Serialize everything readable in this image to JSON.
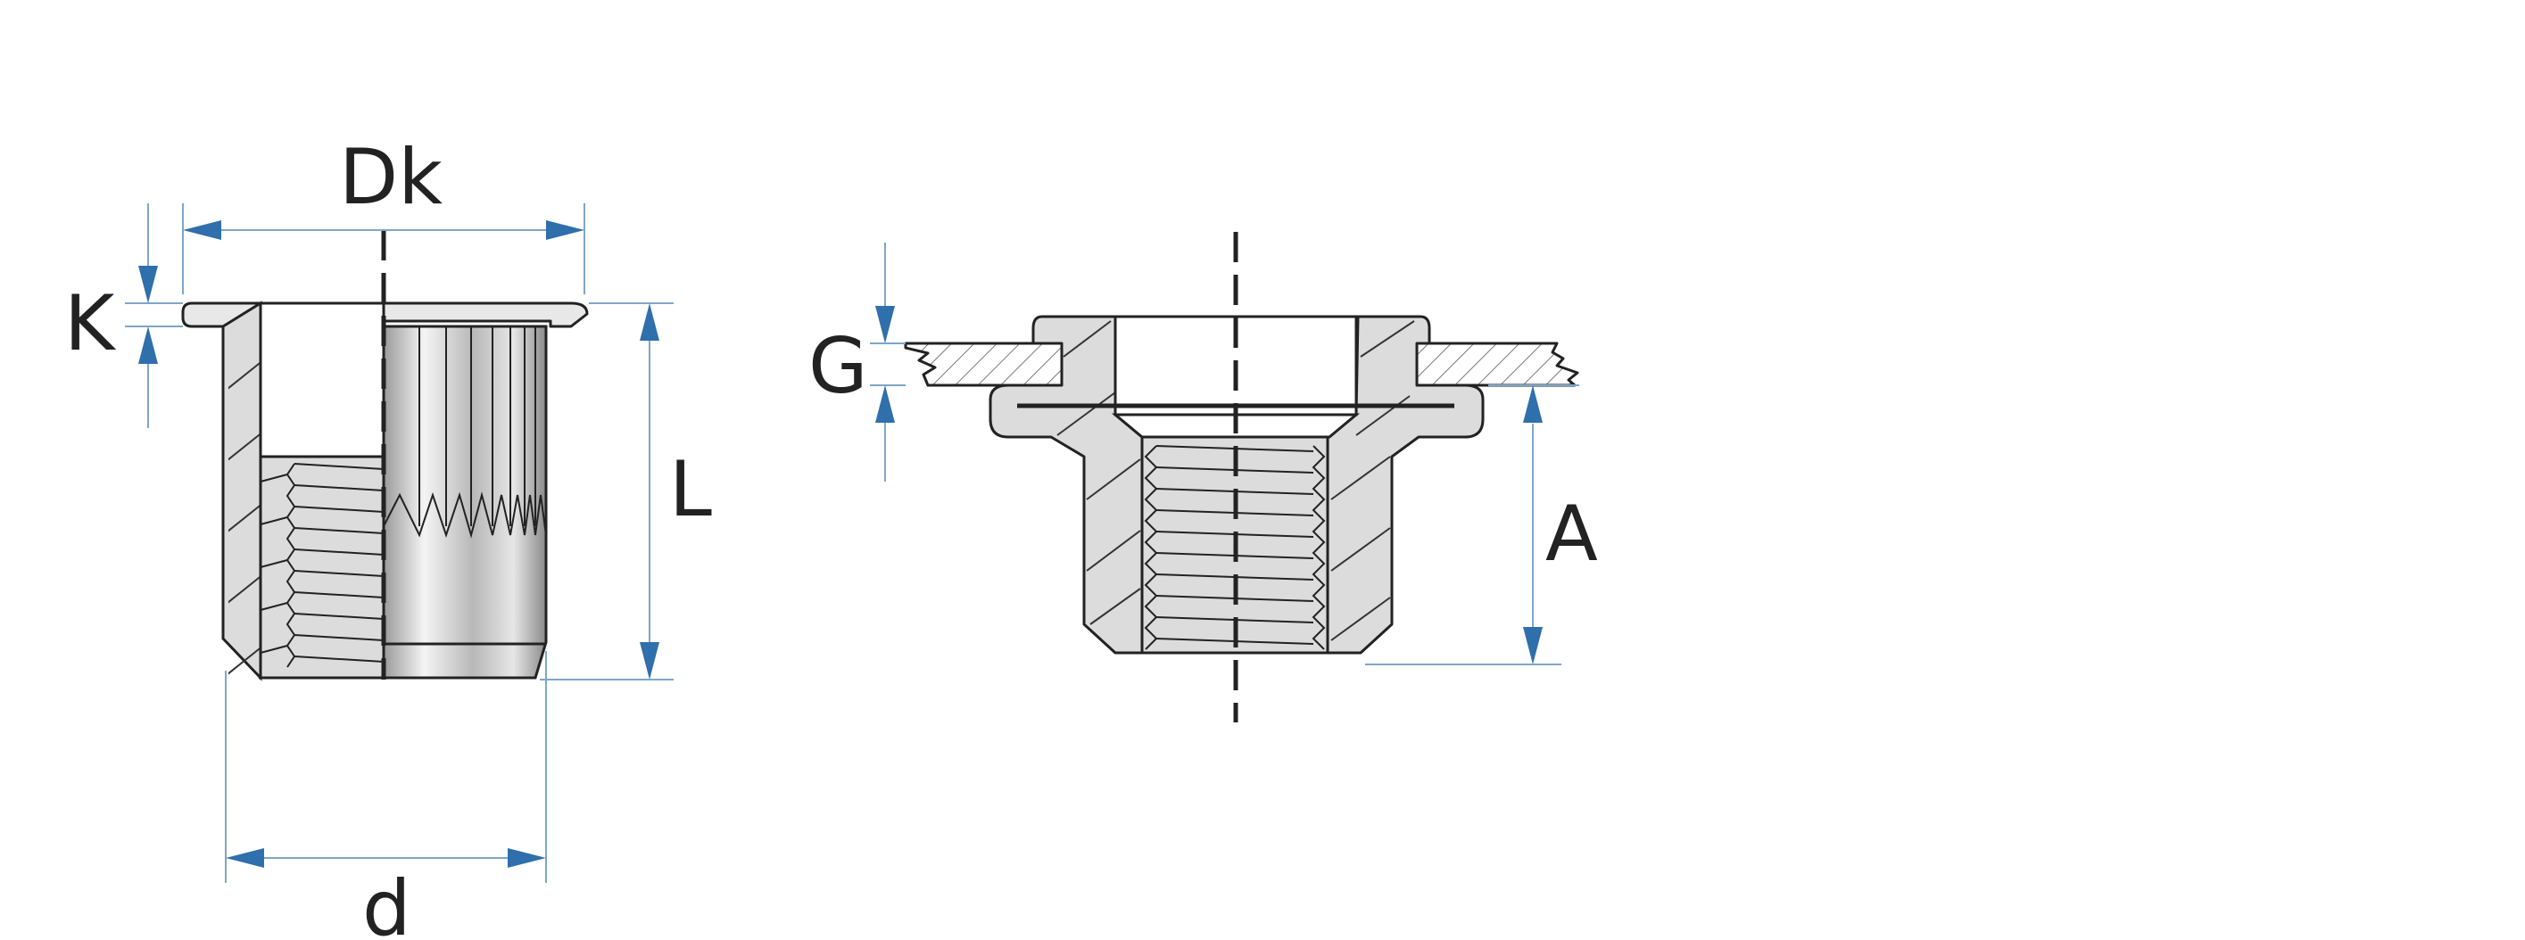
{
  "labels": {
    "dk": "Dk",
    "k": "K",
    "l": "L",
    "d": "d",
    "g": "G",
    "a": "A"
  },
  "colors": {
    "outline": "#222222",
    "section_fill": "#dcdcdc",
    "dimension_line": "#7fa6c8",
    "arrow": "#2f6fab",
    "hatch": "#555555",
    "centerline": "#222222"
  },
  "icons": {
    "left_view": "rivet-nut-half-section",
    "right_view": "rivet-nut-installed-section"
  }
}
